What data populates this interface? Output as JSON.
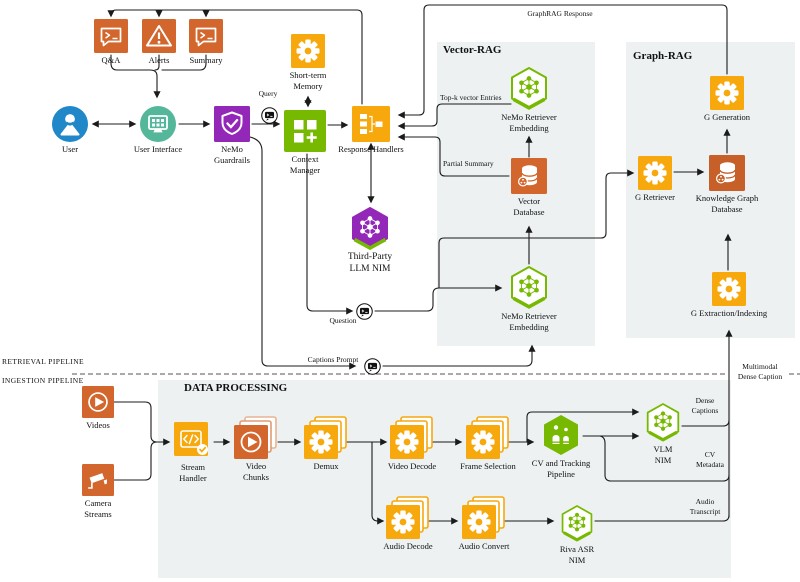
{
  "sections": {
    "vector_rag": "Vector-RAG",
    "graph_rag": "Graph-RAG",
    "data_processing": "DATA PROCESSING",
    "retrieval_pipeline": "RETRIEVAL PIPELINE",
    "ingestion_pipeline": "INGESTION PIPELINE"
  },
  "nodes": {
    "qa": "Q&A",
    "alerts": "Alerts",
    "summary": "Summary",
    "user": "User",
    "user_interface": "User Interface",
    "nemo_guardrails": "NeMo Guardrails",
    "short_term_memory": "Short-term Memory",
    "context_manager": "Context Manager",
    "response_handlers": "Response Handlers",
    "third_party_llm": "Third-Party LLM NIM",
    "nemo_retriever_embedding_top": "NeMo Retriever Embedding",
    "vector_database": "Vector Database",
    "nemo_retriever_embedding_bottom": "NeMo Retriever Embedding",
    "g_retriever": "G Retriever",
    "knowledge_graph_database": "Knowledge Graph Database",
    "g_generation": "G Generation",
    "g_extraction": "G Extraction/Indexing",
    "videos": "Videos",
    "camera_streams": "Camera Streams",
    "stream_handler": "Stream Handler",
    "video_chunks": "Video Chunks",
    "demux": "Demux",
    "video_decode": "Video Decode",
    "frame_selection": "Frame Selection",
    "cv_tracking": "CV and Tracking Pipeline",
    "vlm_nim": "VLM NIM",
    "audio_decode": "Audio Decode",
    "audio_convert": "Audio Convert",
    "riva_asr": "Riva ASR NIM"
  },
  "edge_labels": {
    "graphrag_response": "GraphRAG Response",
    "query": "Query",
    "question": "Question",
    "captions_prompt": "Captions Prompt",
    "topk": "Top-k vector Entries",
    "partial_summary": "Partial Summary",
    "dense_captions": "Dense Captions",
    "cv_metadata": "CV Metadata",
    "audio_transcript": "Audio Transcript",
    "multimodal_dense_caption": "Multimodal Dense Caption"
  },
  "colors": {
    "orange": "#D2662C",
    "yellow": "#F7A80D",
    "green": "#76B900",
    "teal": "#55B79A",
    "blue": "#2088C9",
    "purple": "#9227B8",
    "panel": "#EDF1F2"
  }
}
